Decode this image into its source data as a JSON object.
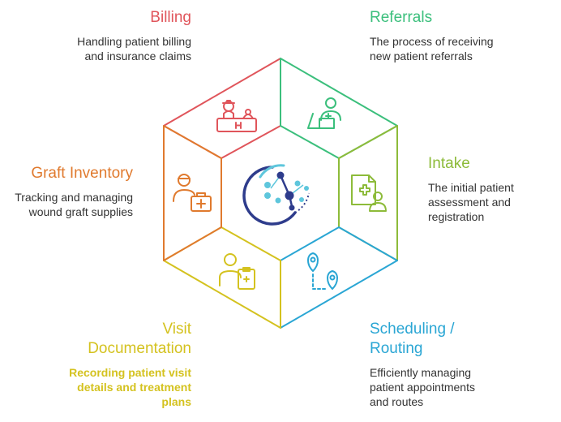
{
  "sections": {
    "billing": {
      "title": "Billing",
      "description": "Handling patient billing\nand insurance claims",
      "color": "#e0555b",
      "icon": "billing-icon"
    },
    "referrals": {
      "title": "Referrals",
      "description": "The process of receiving\nnew patient referrals",
      "color": "#3bbf7c",
      "icon": "referral-icon"
    },
    "intake": {
      "title": "Intake",
      "description": "The initial patient\nassessment and\nregistration",
      "color": "#8dbb3a",
      "icon": "intake-icon"
    },
    "scheduling": {
      "title": "Scheduling /\nRouting",
      "description": "Efficiently managing\npatient appointments\nand routes",
      "color": "#2aa6d4",
      "icon": "route-icon"
    },
    "visit": {
      "title": "Visit\nDocumentation",
      "description": "Recording patient visit\ndetails and treatment\nplans",
      "color": "#d4c21f",
      "icon": "documentation-icon"
    },
    "graft": {
      "title": "Graft Inventory",
      "description": "Tracking and managing\nwound graft supplies",
      "color": "#e07a2e",
      "icon": "inventory-icon"
    }
  },
  "center": {
    "icon": "network-hub-icon",
    "color": "#2e3c8c",
    "accent": "#5ec6dc"
  }
}
